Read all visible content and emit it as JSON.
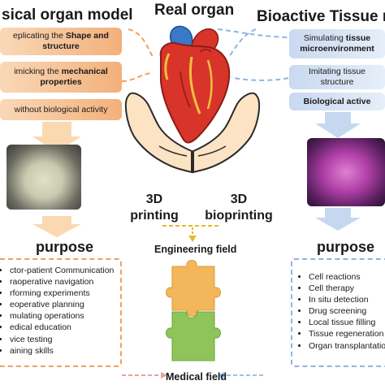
{
  "left": {
    "title": "sical organ model",
    "features": [
      {
        "pre": "eplicating the ",
        "bold": "Shape and structure",
        "post": ""
      },
      {
        "pre": "imicking the ",
        "bold": "mechanical properties",
        "post": ""
      },
      {
        "pre": "without biological activity",
        "bold": "",
        "post": ""
      }
    ],
    "purpose_label": "purpose",
    "purposes": [
      "ctor-patient Communication",
      "raoperative navigation",
      "rforming experiments",
      "eoperative planning",
      "mulating operations",
      "edical education",
      "vice testing",
      "aining skills"
    ]
  },
  "center": {
    "title": "Real organ",
    "left_method": "3D\nprinting",
    "right_method": "3D\nbioprinting",
    "engineering_field": "Engineering field",
    "medical_field": "Medical field"
  },
  "right": {
    "title": "Bioactive Tissue m",
    "features": [
      {
        "pre": "Simulating ",
        "bold": "tissue microenvironment",
        "post": ""
      },
      {
        "pre": "Imitating tissue structure",
        "bold": "",
        "post": ""
      },
      {
        "pre": "",
        "bold": "Biological active",
        "post": ""
      }
    ],
    "purpose_label": "purpose",
    "purposes": [
      "Cell reactions",
      "Cell therapy",
      "In situ detection",
      "Drug screening",
      "Local tissue filling",
      "Tissue regeneration",
      "Organ transplantatio"
    ]
  },
  "colors": {
    "orange_accent": "#f0a060",
    "blue_accent": "#8fb4e0",
    "puzzle_orange": "#f4b65a",
    "puzzle_green": "#8fc45a",
    "hand_fill": "#fbe3c4",
    "heart_red": "#d8342a"
  }
}
